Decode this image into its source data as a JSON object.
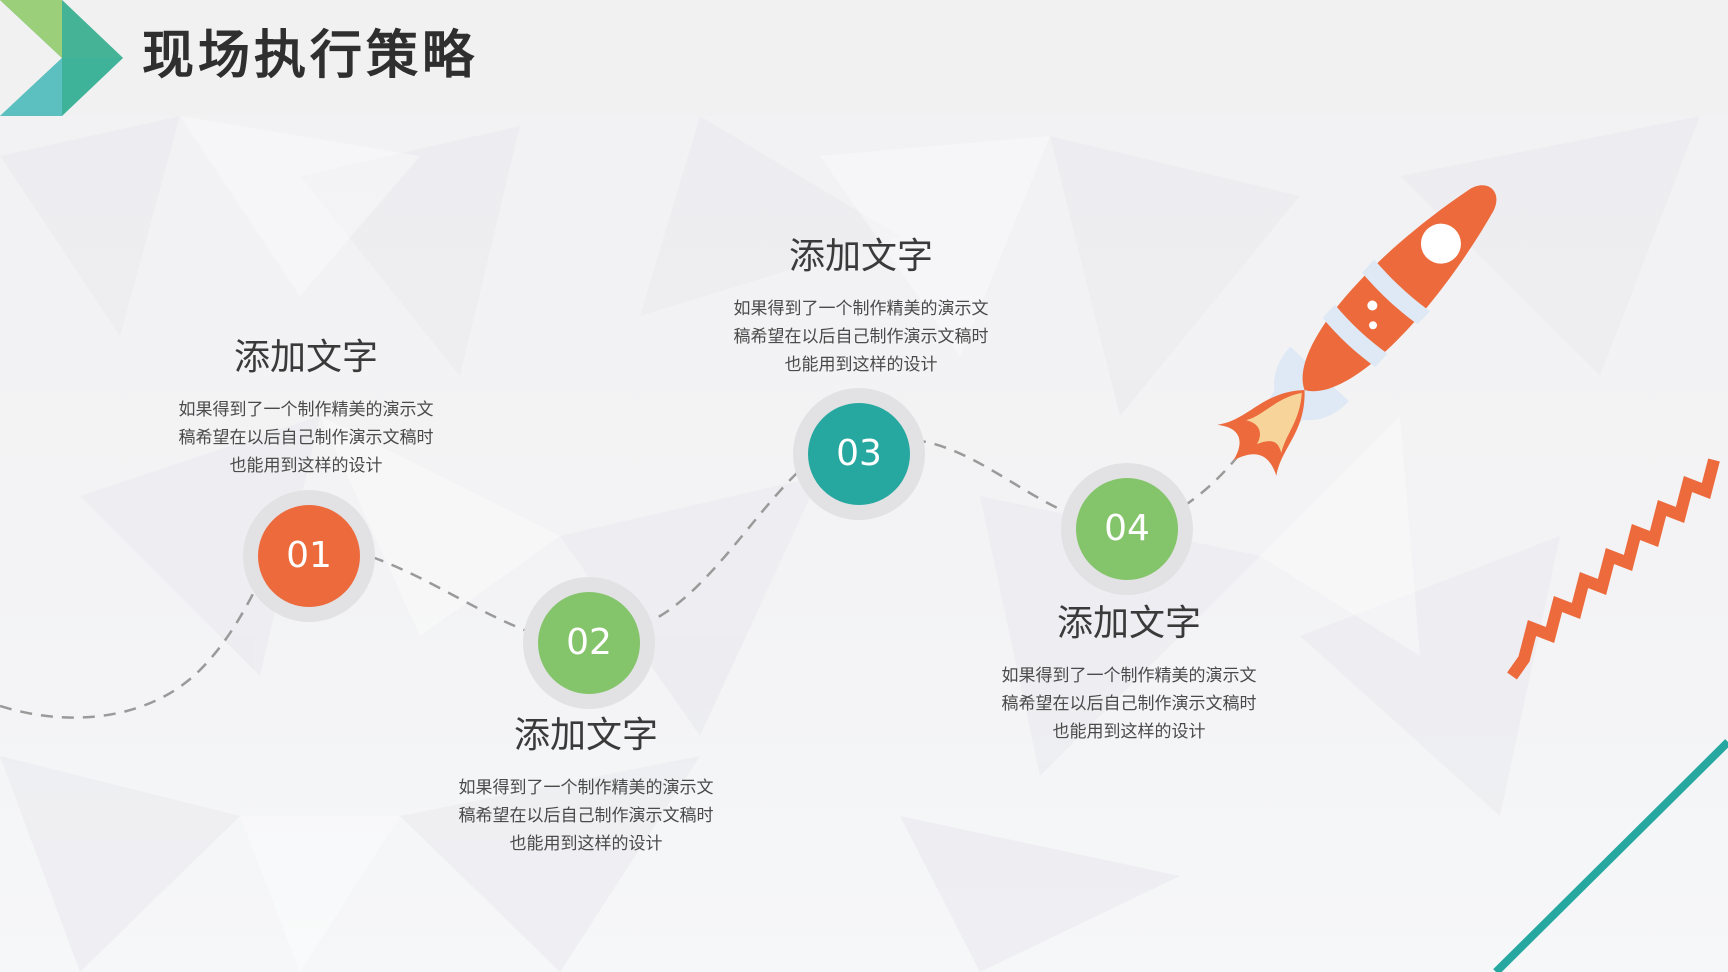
{
  "page": {
    "title": "现场执行策略"
  },
  "colors": {
    "orange": "#ec6a3c",
    "green": "#84c46a",
    "teal": "#26a8a0",
    "ring": "#e2e2e4",
    "title": "#2f2f2f",
    "dash": "#9a9a9a"
  },
  "steps": [
    {
      "number": "01",
      "color": "#ec6a3c",
      "title": "添加文字",
      "desc": [
        "如果得到了一个制作精美的演示文",
        "稿希望在以后自己制作演示文稿时",
        "也能用到这样的设计"
      ]
    },
    {
      "number": "02",
      "color": "#84c46a",
      "title": "添加文字",
      "desc": [
        "如果得到了一个制作精美的演示文",
        "稿希望在以后自己制作演示文稿时",
        "也能用到这样的设计"
      ]
    },
    {
      "number": "03",
      "color": "#26a8a0",
      "title": "添加文字",
      "desc": [
        "如果得到了一个制作精美的演示文",
        "稿希望在以后自己制作演示文稿时",
        "也能用到这样的设计"
      ]
    },
    {
      "number": "04",
      "color": "#84c46a",
      "title": "添加文字",
      "desc": [
        "如果得到了一个制作精美的演示文",
        "稿希望在以后自己制作演示文稿时",
        "也能用到这样的设计"
      ]
    }
  ],
  "icons": {
    "logo": "chevron-logo-icon",
    "rocket": "rocket-icon",
    "zigzag": "zigzag-decoration"
  }
}
